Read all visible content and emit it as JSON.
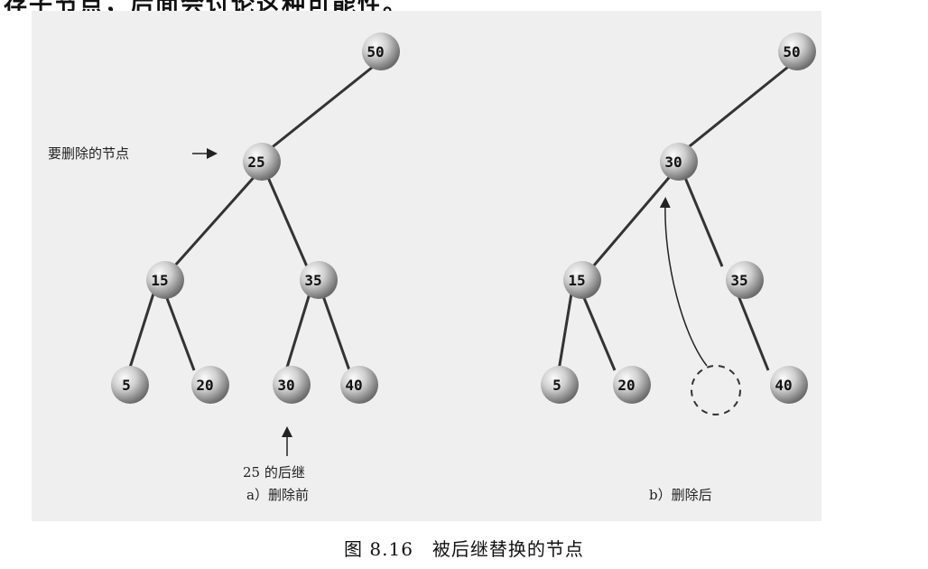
{
  "cut_off_top_text": "存子节点，后面会讨论这种可能性。",
  "panel_a": {
    "caption": "a）删除前",
    "delete_label": "要删除的节点",
    "successor_label": "25 的后继",
    "nodes": {
      "root": "50",
      "target": "25",
      "left": "15",
      "right": "35",
      "ll": "5",
      "lr": "20",
      "rl": "30",
      "rr": "40"
    }
  },
  "panel_b": {
    "caption": "b）删除后",
    "nodes": {
      "root": "50",
      "replaced": "30",
      "left": "15",
      "right": "35",
      "ll": "5",
      "lr": "20",
      "rr": "40"
    }
  },
  "figure_caption": "图 8.16　被后继替换的节点",
  "colors": {
    "figure_background": "#efefef",
    "node_highlight": "#fbfbfb",
    "node_shadow": "#6a6a6a",
    "edge": "#333333"
  }
}
